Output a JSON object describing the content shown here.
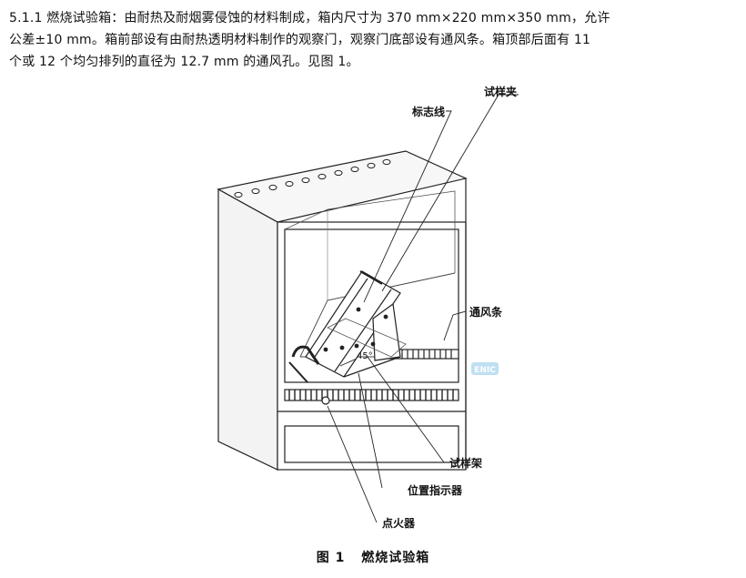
{
  "paragraph": {
    "line1": "5.1.1  燃烧试验箱：由耐热及耐烟雾侵蚀的材料制成，箱内尺寸为 370 mm×220 mm×350 mm，允许",
    "line2": "公差±10 mm。箱前部设有由耐热透明材料制作的观察门，观察门底部设有通风条。箱顶部后面有 11",
    "line3": "个或 12 个均匀排列的直径为 12.7 mm 的通风孔。见图 1。"
  },
  "figure": {
    "labels": {
      "specimen_clamp": "试样夹",
      "marker_line": "标志线",
      "vent_strip": "通风条",
      "specimen_rack": "试样架",
      "position_indicator": "位置指示器",
      "igniter": "点火器",
      "angle": "45°"
    },
    "watermark": "ENIC"
  },
  "caption": {
    "number": "图 1",
    "title": "燃烧试验箱"
  }
}
